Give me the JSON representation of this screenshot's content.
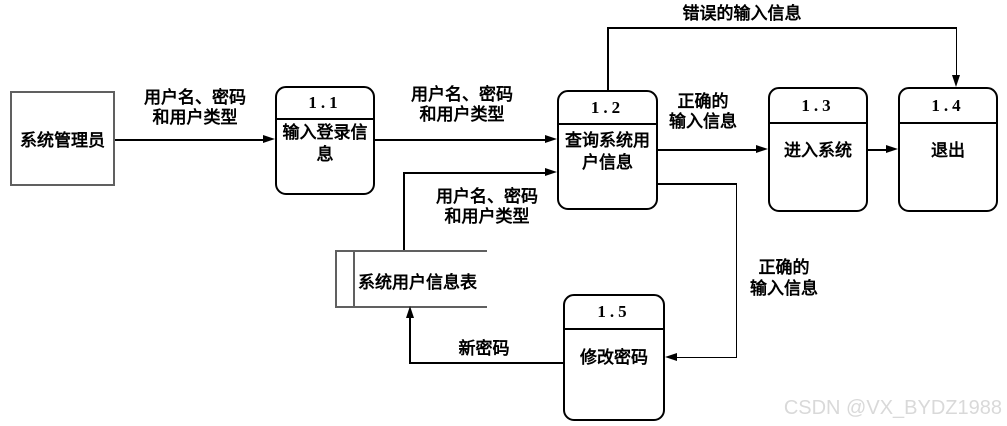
{
  "diagram": {
    "type": "data-flow-diagram",
    "external_entity": {
      "label": "系统管理员"
    },
    "processes": [
      {
        "id": "1.1",
        "label": "输入登录信息"
      },
      {
        "id": "1.2",
        "label": "查询系统用户信息"
      },
      {
        "id": "1.3",
        "label": "进入系统"
      },
      {
        "id": "1.4",
        "label": "退出"
      },
      {
        "id": "1.5",
        "label": "修改密码"
      }
    ],
    "data_store": {
      "label": "系统用户信息表"
    },
    "flow_labels": [
      {
        "text": "用户名、密码\n和用户类型",
        "from": "系统管理员",
        "to": "1.1"
      },
      {
        "text": "用户名、密码\n和用户类型",
        "from": "1.1",
        "to": "1.2"
      },
      {
        "text": "正确的\n输入信息",
        "from": "1.2",
        "to": "1.3"
      },
      {
        "text": "错误的输入信息",
        "from": "1.2",
        "to": "1.4"
      },
      {
        "text": "用户名、密码\n和用户类型",
        "from": "系统用户信息表",
        "to": "1.2"
      },
      {
        "text": "正确的\n输入信息",
        "from": "1.2",
        "to": "1.5"
      },
      {
        "text": "新密码",
        "from": "1.5",
        "to": "系统用户信息表"
      }
    ],
    "watermark": "CSDN @VX_BYDZ1988",
    "colors": {
      "flow": "#000000",
      "process_border": "#000000",
      "entity_border": "#606060",
      "store_line": "#606060",
      "watermark": "#d9d9d9",
      "background": "#ffffff"
    }
  }
}
